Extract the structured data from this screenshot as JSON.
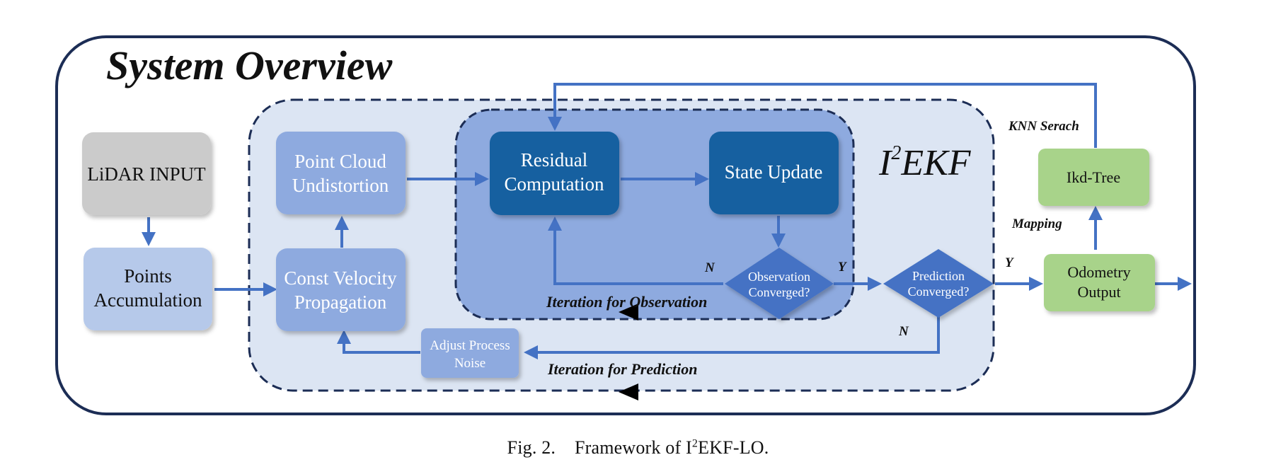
{
  "title": "System Overview",
  "filter_label": "EKF",
  "filter_label_sup": "2",
  "filter_label_prefix": "I",
  "nodes": {
    "lidar": [
      "LiDAR INPUT"
    ],
    "points_accum": [
      "Points",
      "Accumulation"
    ],
    "undistortion": [
      "Point Cloud",
      "Undistortion"
    ],
    "const_vel": [
      "Const Velocity",
      "Propagation"
    ],
    "residual": [
      "Residual",
      "Computation"
    ],
    "state_update": [
      "State Update"
    ],
    "obs_converged": [
      "Observation",
      "Converged?"
    ],
    "pred_converged": [
      "Prediction",
      "Converged?"
    ],
    "adjust_noise": [
      "Adjust Process",
      "Noise"
    ],
    "ikd_tree": [
      "Ikd-Tree"
    ],
    "odometry": [
      "Odometry",
      "Output"
    ]
  },
  "edge_labels": {
    "obs_no": "N",
    "obs_yes": "Y",
    "pred_yes": "Y",
    "pred_no": "N",
    "knn": "KNN Serach",
    "mapping": "Mapping"
  },
  "loop_labels": {
    "observation": "Iteration for Observation",
    "prediction": "Iteration for Prediction"
  },
  "caption": {
    "prefix": "Fig. 2.",
    "text_a": "Framework of I",
    "sup": "2",
    "text_b": "EKF-LO."
  },
  "colors": {
    "outer_border": "#1c2d55",
    "dashed_region": "#dce5f3",
    "inner_region": "#8eaadf",
    "dark_box": "#1460a0",
    "light_box": "#8eaadf",
    "pale_box": "#b6c9ea",
    "gray_box": "#cbcbcb",
    "green_box": "#a8d38a",
    "diamond": "#4472c4",
    "arrow": "#4472c4"
  }
}
